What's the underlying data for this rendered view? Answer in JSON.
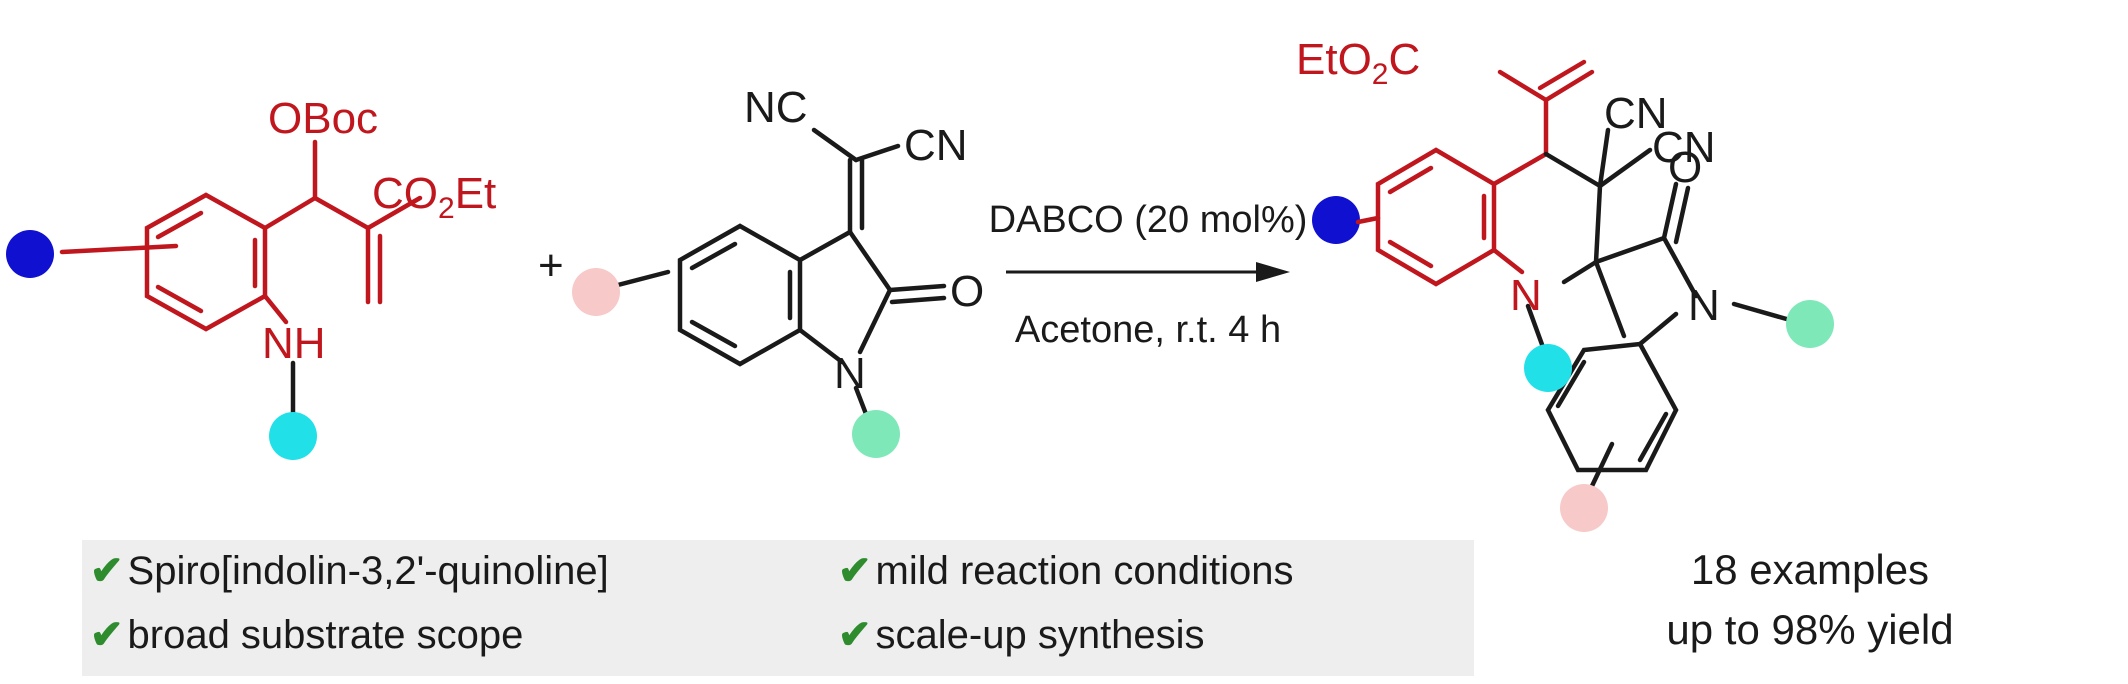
{
  "reactant1": {
    "obo": "OBoc",
    "co2et": "CO",
    "co2et_sub": "2",
    "co2et_tail": "Et",
    "nh": "NH"
  },
  "plus": "+",
  "reactant2": {
    "nc": "NC",
    "cn": "CN",
    "o": "O",
    "n": "N"
  },
  "arrow": {
    "above": "DABCO (20 mol%)",
    "below": "Acetone, r.t. 4 h"
  },
  "product": {
    "eto2c_a": "EtO",
    "eto2c_sub": "2",
    "eto2c_b": "C",
    "cn1": "CN",
    "cn2": "CN",
    "o": "O",
    "n_quin": "N",
    "n_ind": "N"
  },
  "features": [
    "Spiro[indolin-3,2'-quinoline]",
    "mild reaction conditions",
    "broad substrate scope",
    "scale-up synthesis"
  ],
  "check_glyph": "✔",
  "summary": {
    "line1": "18 examples",
    "line2": "up to 98% yield"
  },
  "colors": {
    "red_bond": "#c0161d",
    "black_bond": "#1a1a1a",
    "dot_blue": "#1010d0",
    "dot_cyan": "#22e0e8",
    "dot_pink": "#f7c9c9",
    "dot_green": "#7ee8b8",
    "check": "#2e8b2e",
    "panel": "#eeeeee"
  }
}
